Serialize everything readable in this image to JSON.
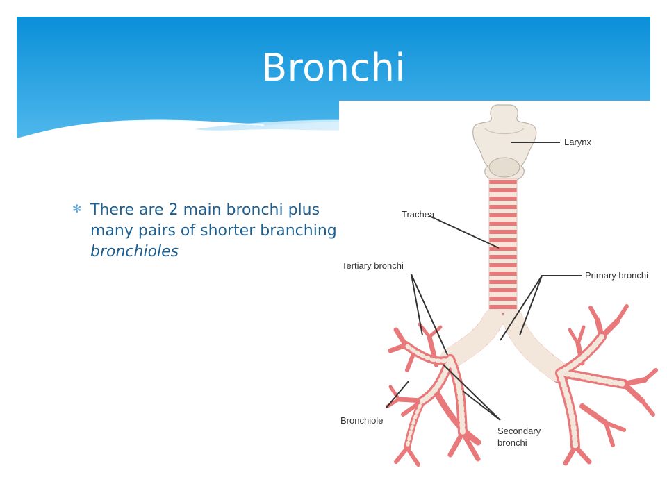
{
  "slide": {
    "title": "Bronchi",
    "bullet": {
      "text_main": "There are 2 main bronchi plus many pairs of shorter branching",
      "text_italic": "bronchioles"
    }
  },
  "diagram": {
    "labels": {
      "larynx": "Larynx",
      "trachea": "Trachea",
      "tertiary": "Tertiary bronchi",
      "primary": "Primary bronchi",
      "bronchiole": "Bronchiole",
      "secondary_line1": "Secondary",
      "secondary_line2": "bronchi"
    }
  },
  "colors": {
    "header_blue": "#0795dc",
    "bullet_text": "#1f5f8f",
    "bronchi_pink": "#e8787a",
    "cartilage": "#f3e6db"
  }
}
